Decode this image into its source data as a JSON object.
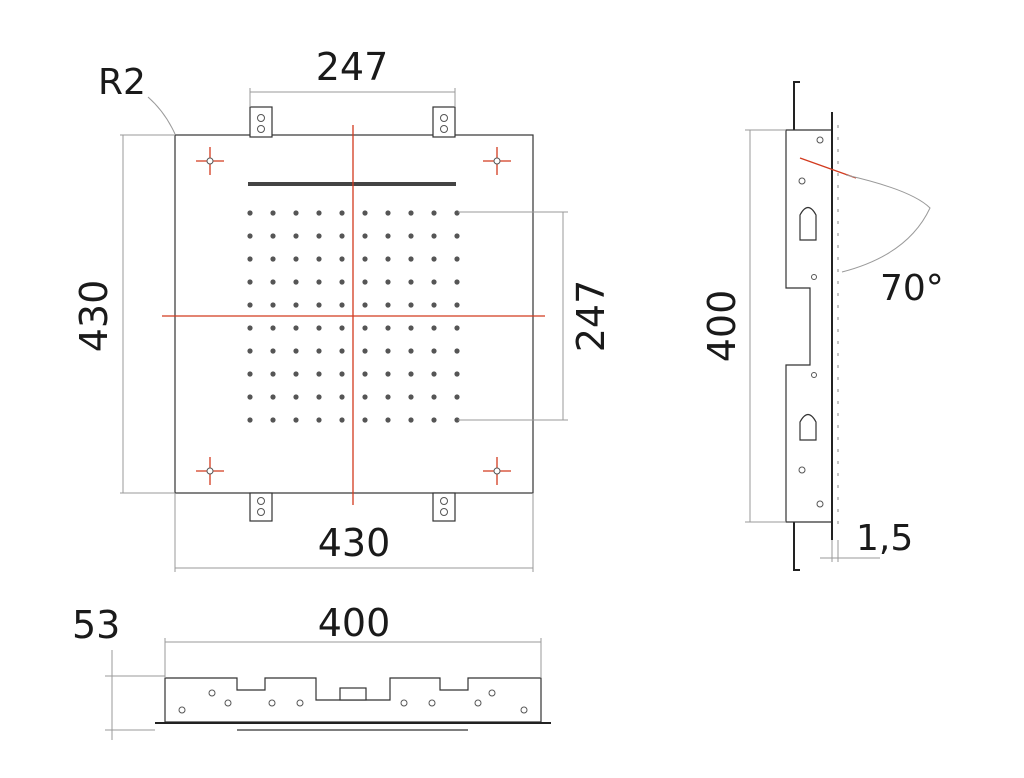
{
  "drawing": {
    "colors": {
      "center_lines": "#d23a1e",
      "outline": "#333333",
      "dimension": "#9a9a9a",
      "text": "#1a1a1a"
    },
    "front_view": {
      "radius_label": "R2",
      "top_width": "247",
      "height": "430",
      "nozzle_field": "247",
      "bottom_width": "430"
    },
    "side_view": {
      "height": "400",
      "angle": "70°",
      "thickness": "1,5"
    },
    "bottom_view": {
      "depth": "53",
      "width": "400"
    }
  }
}
